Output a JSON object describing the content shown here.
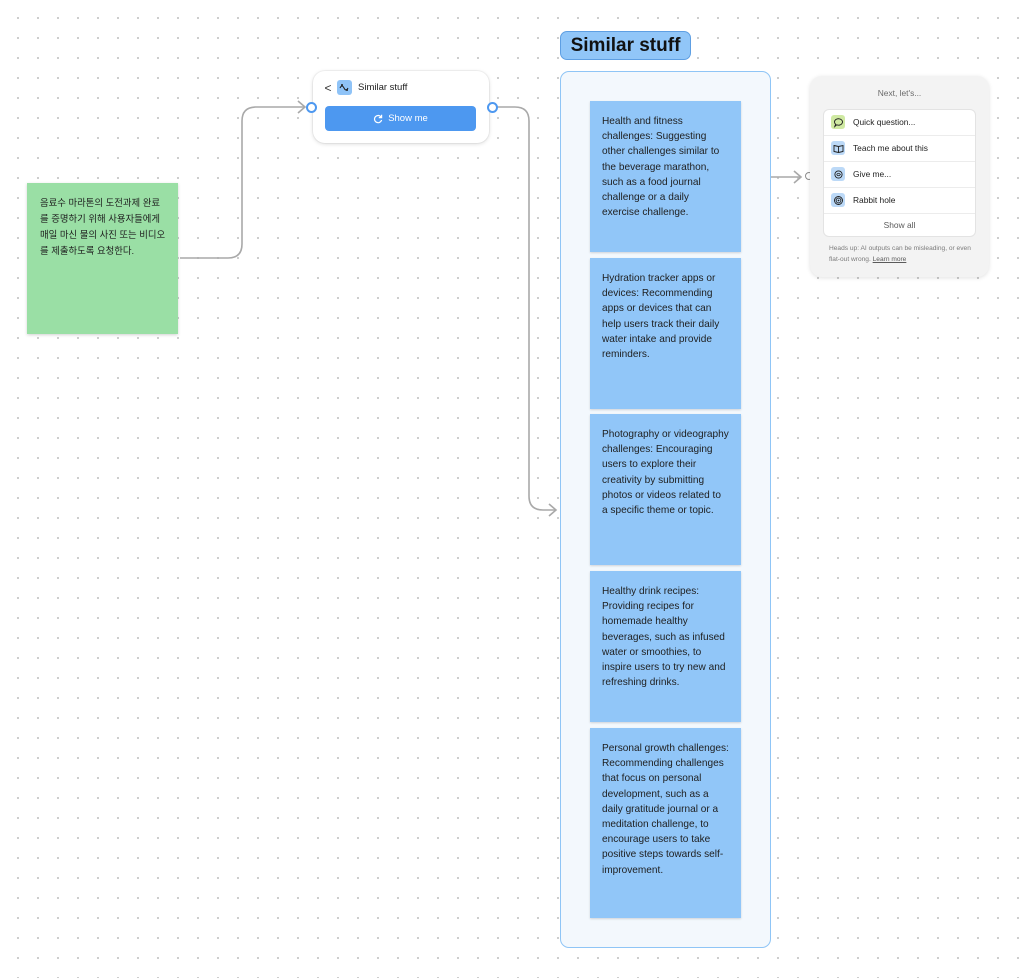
{
  "green_sticky": {
    "text": "음료수 마라톤의 도전과제 완료를 증명하기 위해 사용자들에게 매일 마신 물의 사진 또는 비디오를 제출하도록 요청한다."
  },
  "widget": {
    "back_glyph": "<",
    "icon": "similar-stuff-icon",
    "title": "Similar stuff",
    "button_label": "Show me",
    "button_icon": "refresh-icon",
    "accent_color": "#4d98f0"
  },
  "section": {
    "title": "Similar stuff",
    "border_color": "#8fc5f6",
    "sticky_color": "#91c6f8",
    "stickies": [
      "Health and fitness challenges: Suggesting other challenges similar to the beverage marathon, such as a food journal challenge or a daily exercise challenge.",
      "Hydration tracker apps or devices: Recommending apps or devices that can help users track their daily water intake and provide reminders.",
      "Photography or videography challenges: Encouraging users to explore their creativity by submitting photos or videos related to a specific theme or topic.",
      "Healthy drink recipes: Providing recipes for homemade healthy beverages, such as infused water or smoothies, to inspire users to try new and refreshing drinks.",
      "Personal growth challenges: Recommending challenges that focus on personal development, such as a daily gratitude journal or a meditation challenge, to encourage users to take positive steps towards self-improvement."
    ]
  },
  "next_panel": {
    "heading": "Next, let's...",
    "items": [
      {
        "label": "Quick question...",
        "icon": "speech-bubble-icon",
        "color": "#cfe9a2"
      },
      {
        "label": "Teach me about this",
        "icon": "open-book-icon",
        "color": "#bcd9f7"
      },
      {
        "label": "Give me...",
        "icon": "sparkle-icon",
        "color": "#bcd9f7"
      },
      {
        "label": "Rabbit hole",
        "icon": "spiral-icon",
        "color": "#bcd9f7"
      }
    ],
    "show_all": "Show all",
    "disclaimer": "Heads up: AI outputs can be misleading, or even flat-out wrong.",
    "learn_more": "Learn more"
  }
}
